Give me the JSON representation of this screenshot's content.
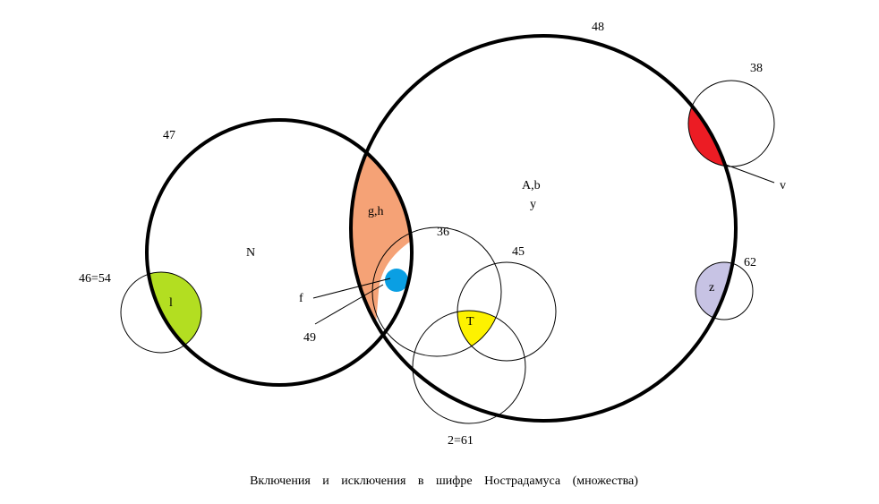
{
  "colors": {
    "stroke": "#000000",
    "green": "#b3de21",
    "orange": "#f5a276",
    "red": "#ec1c24",
    "blue": "#0a9fe3",
    "yellow": "#fdf200",
    "lavender": "#c7c3e4"
  },
  "labels": {
    "set_48": "48",
    "set_47": "47",
    "set_38": "38",
    "set_36": "36",
    "set_45": "45",
    "set_62": "62",
    "set_46_54": "46=54",
    "set_2_61": "2=61",
    "set_49": "49",
    "region_n": "N",
    "region_ab": "A,b",
    "region_y": "y",
    "region_gh": "g,h",
    "region_l": "l",
    "region_t": "T",
    "region_z": "z",
    "point_f": "f",
    "point_v": "v"
  },
  "caption": {
    "words": [
      "Включения",
      "и",
      "исключения",
      "в",
      "шифре",
      "Нострадамуса",
      "(множества)"
    ]
  }
}
